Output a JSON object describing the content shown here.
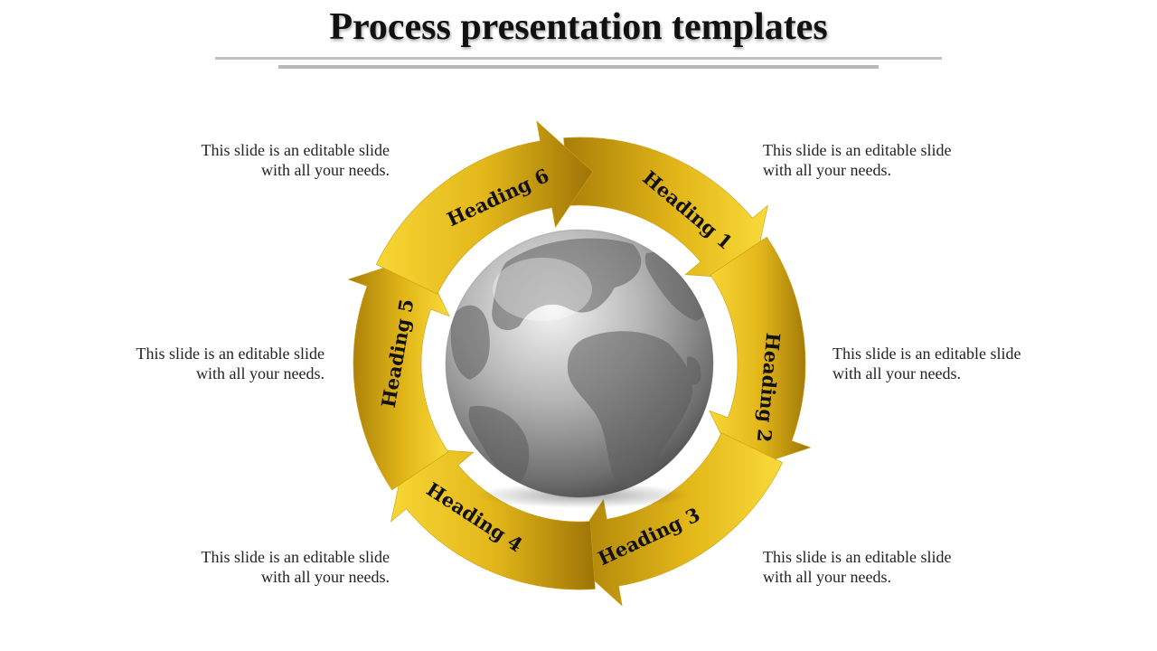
{
  "title": "Process presentation templates",
  "steps": [
    {
      "heading": "Heading 1",
      "text_line1": "This slide is an editable slide",
      "text_line2": "with all your needs."
    },
    {
      "heading": "Heading 2",
      "text_line1": "This slide is an editable slide",
      "text_line2": "with all your needs."
    },
    {
      "heading": "Heading 3",
      "text_line1": "This slide is an editable slide",
      "text_line2": "with all your needs."
    },
    {
      "heading": "Heading 4",
      "text_line1": "This slide is an editable slide",
      "text_line2": "with all your needs."
    },
    {
      "heading": "Heading 5",
      "text_line1": "This slide is an editable slide",
      "text_line2": "with all your needs."
    },
    {
      "heading": "Heading 6",
      "text_line1": "This slide is an editable slide",
      "text_line2": "with all your needs."
    }
  ],
  "colors": {
    "accent_light": "#f7d733",
    "accent_dark": "#a87d08",
    "globe": "#9a9a9a"
  },
  "center_icon": "globe-icon"
}
